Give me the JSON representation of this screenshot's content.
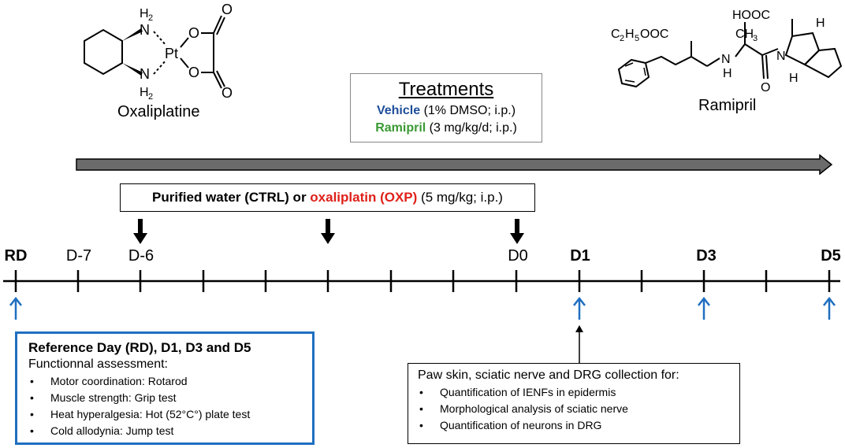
{
  "molecules": {
    "oxaliplatine": {
      "name": "Oxaliplatine",
      "atoms": {
        "nh2_top": "H2N",
        "metal": "Pt",
        "o1": "O",
        "o2": "O",
        "o3": "O",
        "o4": "O"
      }
    },
    "ramipril": {
      "name": "Ramipril",
      "groups": {
        "ester": "C2H5OOC",
        "acid": "HOOC",
        "methyl": "CH3",
        "nh": "N",
        "h": "H",
        "n": "N",
        "o": "O"
      }
    }
  },
  "treatments": {
    "title": "Treatments",
    "vehicle_label": "Vehicle",
    "vehicle_detail": " (1% DMSO; i.p.)",
    "ramipril_label": "Ramipril",
    "ramipril_detail": " (3 mg/kg/d; i.p.)"
  },
  "injection": {
    "part1": "Purified water (CTRL) or ",
    "part2": "oxaliplatin (OXP)",
    "part3": " (5 mg/kg; i.p.)"
  },
  "timeline": {
    "days": [
      {
        "label": "RD",
        "bold": true
      },
      {
        "label": "D-7",
        "bold": false
      },
      {
        "label": "D-6",
        "bold": false
      },
      {
        "label": "D0",
        "bold": false
      },
      {
        "label": "D1",
        "bold": true
      },
      {
        "label": "D3",
        "bold": true
      },
      {
        "label": "D5",
        "bold": true
      }
    ]
  },
  "reference_box": {
    "title": "Reference Day (RD), D1, D3 and D5",
    "subtitle": "Functionnal assessment:",
    "items": [
      "Motor coordination: Rotarod",
      "Muscle strength: Grip test",
      "Heat hyperalgesia: Hot (52°C°) plate test",
      "Cold allodynia: Jump test"
    ]
  },
  "collection_box": {
    "title": "Paw skin, sciatic nerve and DRG collection for:",
    "items": [
      "Quantification of IENFs in epidermis",
      "Morphological analysis of sciatic nerve",
      "Quantification of neurons in DRG"
    ]
  },
  "colors": {
    "vehicle": "#1f4e9a",
    "ramipril": "#3a9a33",
    "oxaliplatin": "#e0201a",
    "assessment_arrow": "#1f6fc0",
    "treatment_arrow": "#6b6b6b"
  }
}
